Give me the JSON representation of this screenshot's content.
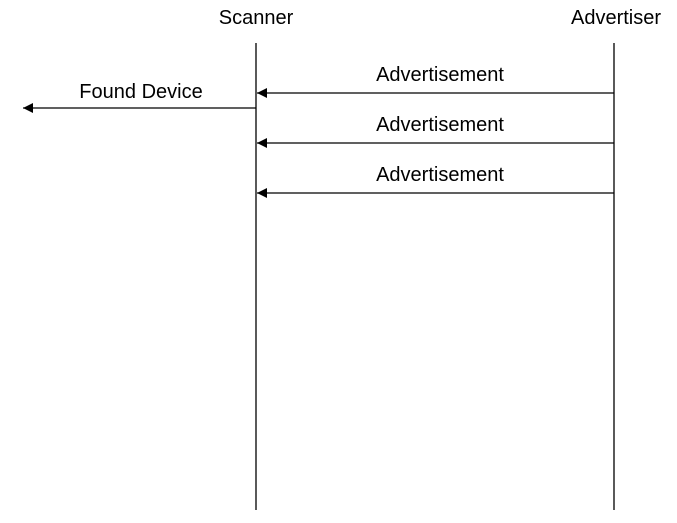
{
  "participants": {
    "scanner": "Scanner",
    "advertiser": "Advertiser"
  },
  "messages": [
    {
      "label": "Advertisement",
      "from": "Advertiser",
      "to": "Scanner"
    },
    {
      "label": "Advertisement",
      "from": "Advertiser",
      "to": "Scanner"
    },
    {
      "label": "Advertisement",
      "from": "Advertiser",
      "to": "Scanner"
    }
  ],
  "event": {
    "label": "Found Device",
    "from": "Scanner"
  },
  "colors": {
    "line": "#000000",
    "background": "#ffffff"
  }
}
